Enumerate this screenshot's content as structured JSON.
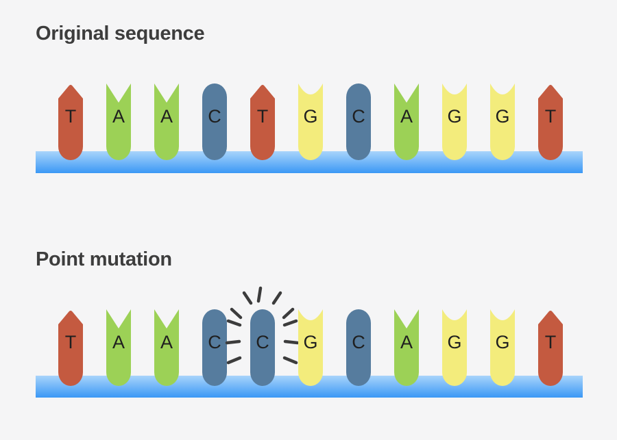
{
  "page": {
    "background": "#f5f5f6"
  },
  "colors": {
    "title_text": "#3d3d3d",
    "base_letter": "#1f1f1f",
    "backbone_top": "#a8d4fb",
    "backbone_bottom": "#3b98f5",
    "burst_dashes": "#3c3c3c",
    "bases": {
      "T": "#c45a40",
      "A": "#9cd156",
      "C": "#567c9e",
      "G": "#f3ec7c"
    }
  },
  "base_shapes": {
    "T": "pointed-top-arrow",
    "A": "notched-v-top",
    "C": "rounded-capsule",
    "G": "concave-top"
  },
  "icons": {
    "mutation_burst": "radiating-dashes-emphasis"
  },
  "sections": [
    {
      "id": "original",
      "title": "Original sequence",
      "bases": [
        "T",
        "A",
        "A",
        "C",
        "T",
        "G",
        "C",
        "A",
        "G",
        "G",
        "T"
      ],
      "mutation_index": null
    },
    {
      "id": "mutation",
      "title": "Point mutation",
      "bases": [
        "T",
        "A",
        "A",
        "C",
        "C",
        "G",
        "C",
        "A",
        "G",
        "G",
        "T"
      ],
      "mutation_index": 4,
      "mutated_base": "C"
    }
  ]
}
